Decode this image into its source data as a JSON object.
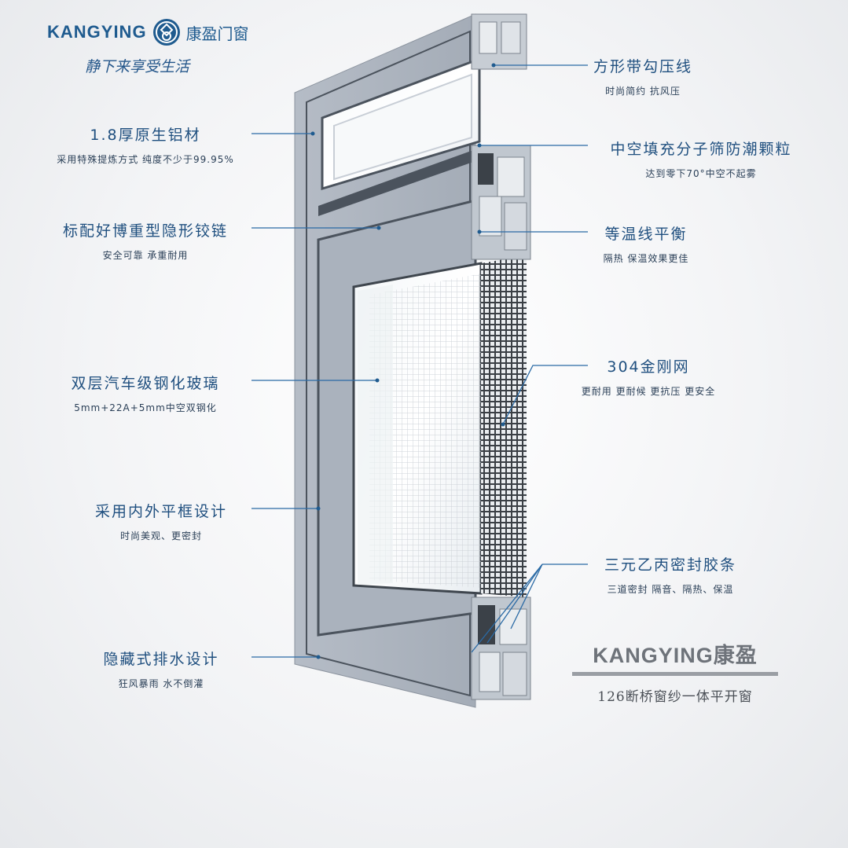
{
  "brand": {
    "name": "KANGYING",
    "name_cn": "康盈门窗",
    "slogan": "静下来享受生活",
    "logo_icon": "kangying-logo-icon"
  },
  "product": {
    "title": "KANGYING康盈",
    "subtitle": "126断桥窗纱一体平开窗"
  },
  "features_left": [
    {
      "title": "1.8厚原生铝材",
      "desc": "采用特殊提炼方式 纯度不少于99.95%"
    },
    {
      "title": "标配好博重型隐形铰链",
      "desc": "安全可靠 承重耐用"
    },
    {
      "title": "双层汽车级钢化玻璃",
      "desc": "5mm+22A+5mm中空双钢化"
    },
    {
      "title": "采用内外平框设计",
      "desc": "时尚美观、更密封"
    },
    {
      "title": "隐藏式排水设计",
      "desc": "狂风暴雨 水不倒灌"
    }
  ],
  "features_right": [
    {
      "title": "方形带勾压线",
      "desc": "时尚简约 抗风压"
    },
    {
      "title": "中空填充分子筛防潮颗粒",
      "desc": "达到零下70°中空不起雾"
    },
    {
      "title": "等温线平衡",
      "desc": "隔热 保温效果更佳"
    },
    {
      "title": "304金刚网",
      "desc": "更耐用 更耐候 更抗压 更安全"
    },
    {
      "title": "三元乙丙密封胶条",
      "desc": "三道密封 隔音、隔热、保温"
    }
  ],
  "colors": {
    "brand_blue": "#1f5b8f",
    "callout_line": "#2a6aa5",
    "frame": "#a9b1bc",
    "frame_dark": "#4b535d"
  }
}
